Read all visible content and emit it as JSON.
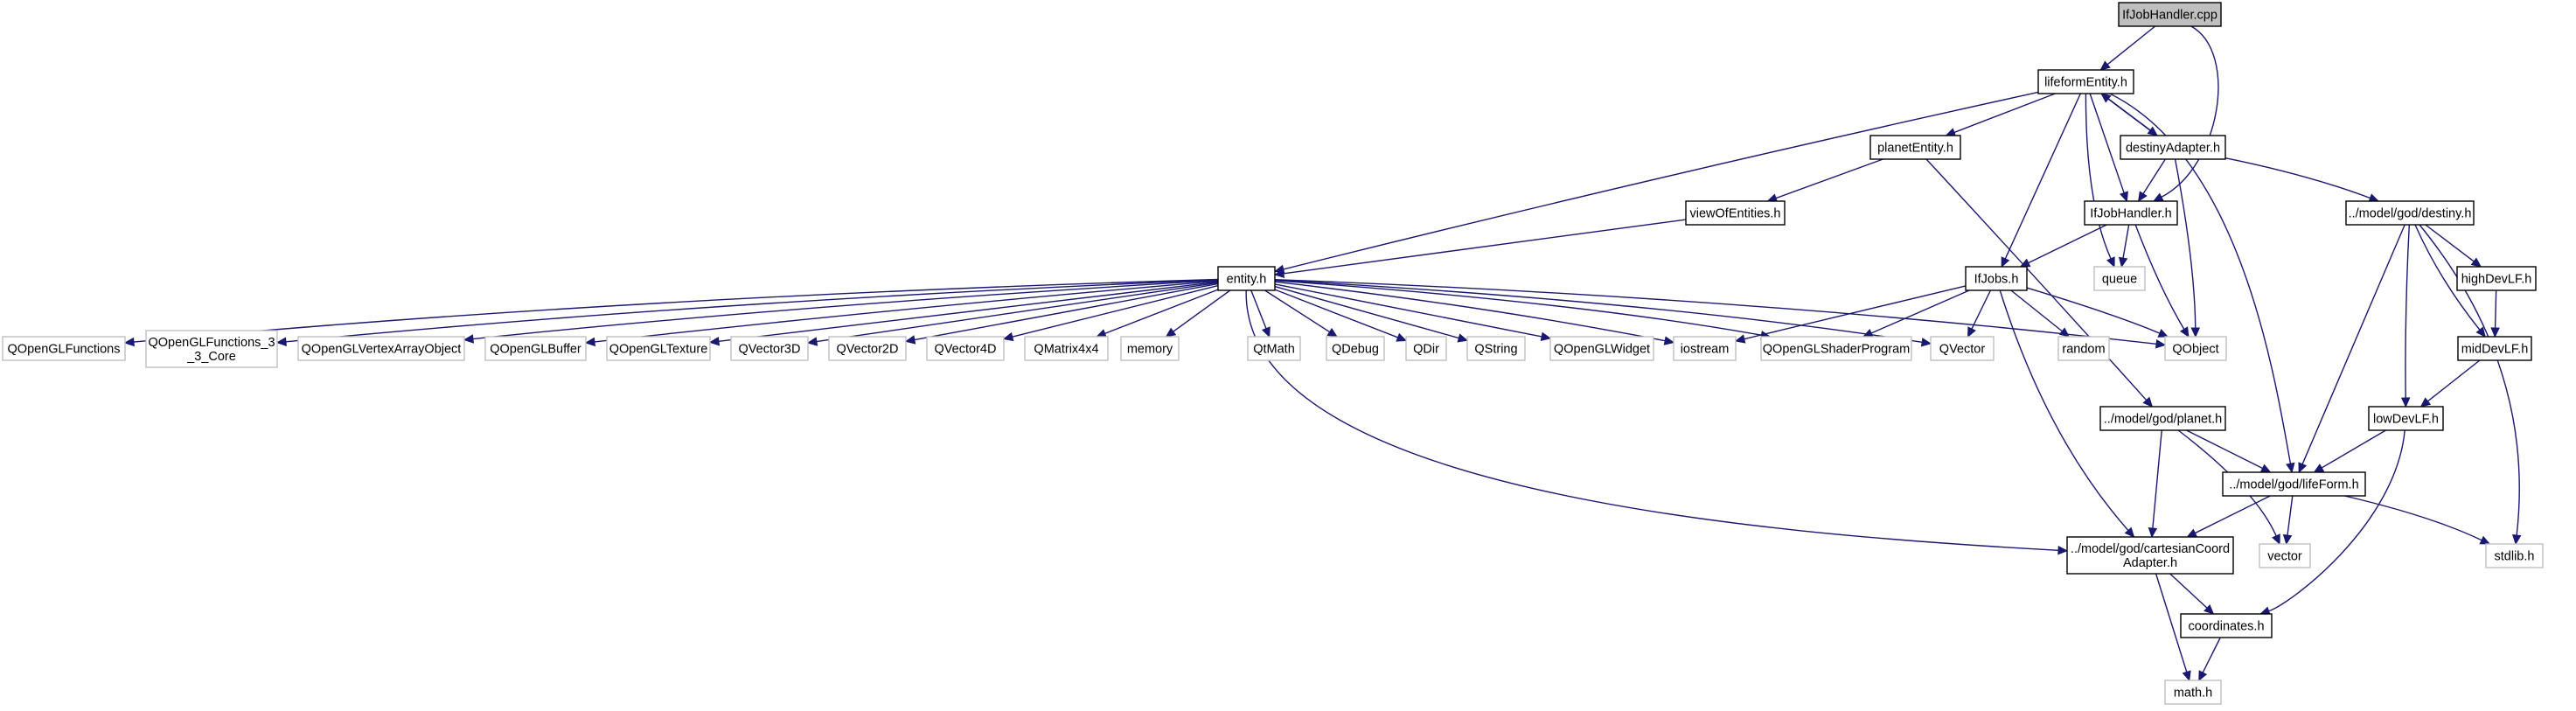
{
  "diagram": {
    "nodes": [
      {
        "id": "ijobhandler_cpp",
        "lines": [
          "IfJobHandler.cpp"
        ],
        "style": "root"
      },
      {
        "id": "lifeformentity_h",
        "lines": [
          "lifeformEntity.h"
        ],
        "style": "solid"
      },
      {
        "id": "planetentity_h",
        "lines": [
          "planetEntity.h"
        ],
        "style": "solid"
      },
      {
        "id": "destinyadapter_h",
        "lines": [
          "destinyAdapter.h"
        ],
        "style": "solid"
      },
      {
        "id": "viewofentities_h",
        "lines": [
          "viewOfEntities.h"
        ],
        "style": "solid"
      },
      {
        "id": "ijobhandler_h",
        "lines": [
          "IfJobHandler.h"
        ],
        "style": "solid"
      },
      {
        "id": "destiny_h",
        "lines": [
          "../model/god/destiny.h"
        ],
        "style": "solid"
      },
      {
        "id": "entity_h",
        "lines": [
          "entity.h"
        ],
        "style": "solid"
      },
      {
        "id": "ijobs_h",
        "lines": [
          "IfJobs.h"
        ],
        "style": "solid"
      },
      {
        "id": "queue",
        "lines": [
          "queue"
        ],
        "style": "ghost"
      },
      {
        "id": "highdevlf_h",
        "lines": [
          "highDevLF.h"
        ],
        "style": "solid"
      },
      {
        "id": "qopenglfunctions",
        "lines": [
          "QOpenGLFunctions"
        ],
        "style": "ghost"
      },
      {
        "id": "qopenglfunctions_3_3_core",
        "lines": [
          "QOpenGLFunctions_3",
          "_3_Core"
        ],
        "style": "ghost"
      },
      {
        "id": "qopenglvertexarrayobject",
        "lines": [
          "QOpenGLVertexArrayObject"
        ],
        "style": "ghost"
      },
      {
        "id": "qopenglbuffer",
        "lines": [
          "QOpenGLBuffer"
        ],
        "style": "ghost"
      },
      {
        "id": "qopengltexture",
        "lines": [
          "QOpenGLTexture"
        ],
        "style": "ghost"
      },
      {
        "id": "qvector3d",
        "lines": [
          "QVector3D"
        ],
        "style": "ghost"
      },
      {
        "id": "qvector2d",
        "lines": [
          "QVector2D"
        ],
        "style": "ghost"
      },
      {
        "id": "qvector4d",
        "lines": [
          "QVector4D"
        ],
        "style": "ghost"
      },
      {
        "id": "qmatrix4x4",
        "lines": [
          "QMatrix4x4"
        ],
        "style": "ghost"
      },
      {
        "id": "memory",
        "lines": [
          "memory"
        ],
        "style": "ghost"
      },
      {
        "id": "qtmath",
        "lines": [
          "QtMath"
        ],
        "style": "ghost"
      },
      {
        "id": "qdebug",
        "lines": [
          "QDebug"
        ],
        "style": "ghost"
      },
      {
        "id": "qdir",
        "lines": [
          "QDir"
        ],
        "style": "ghost"
      },
      {
        "id": "qstring",
        "lines": [
          "QString"
        ],
        "style": "ghost"
      },
      {
        "id": "qopenglwidget",
        "lines": [
          "QOpenGLWidget"
        ],
        "style": "ghost"
      },
      {
        "id": "iostream",
        "lines": [
          "iostream"
        ],
        "style": "ghost"
      },
      {
        "id": "qopenglshaderprogram",
        "lines": [
          "QOpenGLShaderProgram"
        ],
        "style": "ghost"
      },
      {
        "id": "qvector",
        "lines": [
          "QVector"
        ],
        "style": "ghost"
      },
      {
        "id": "random",
        "lines": [
          "random"
        ],
        "style": "ghost"
      },
      {
        "id": "qobject",
        "lines": [
          "QObject"
        ],
        "style": "ghost"
      },
      {
        "id": "middevlf_h",
        "lines": [
          "midDevLF.h"
        ],
        "style": "solid"
      },
      {
        "id": "planet_h",
        "lines": [
          "../model/god/planet.h"
        ],
        "style": "solid"
      },
      {
        "id": "lowdevlf_h",
        "lines": [
          "lowDevLF.h"
        ],
        "style": "solid"
      },
      {
        "id": "lifeform_h",
        "lines": [
          "../model/god/lifeForm.h"
        ],
        "style": "solid"
      },
      {
        "id": "cartesiancoordadapter_h",
        "lines": [
          "../model/god/cartesianCoord",
          "Adapter.h"
        ],
        "style": "solid"
      },
      {
        "id": "vector",
        "lines": [
          "vector"
        ],
        "style": "ghost"
      },
      {
        "id": "stdlib_h",
        "lines": [
          "stdlib.h"
        ],
        "style": "ghost"
      },
      {
        "id": "coordinates_h",
        "lines": [
          "coordinates.h"
        ],
        "style": "solid"
      },
      {
        "id": "math_h",
        "lines": [
          "math.h"
        ],
        "style": "ghost"
      }
    ],
    "edges": [
      [
        "ijobhandler_cpp",
        "lifeformentity_h"
      ],
      [
        "ijobhandler_cpp",
        "ijobhandler_h"
      ],
      [
        "lifeformentity_h",
        "planetentity_h"
      ],
      [
        "lifeformentity_h",
        "destinyadapter_h"
      ],
      [
        "lifeformentity_h",
        "entity_h"
      ],
      [
        "lifeformentity_h",
        "ijobhandler_h"
      ],
      [
        "lifeformentity_h",
        "ijobs_h"
      ],
      [
        "lifeformentity_h",
        "queue"
      ],
      [
        "lifeformentity_h",
        "lifeform_h"
      ],
      [
        "destinyadapter_h",
        "lifeformentity_h"
      ],
      [
        "destinyadapter_h",
        "ijobhandler_h"
      ],
      [
        "destinyadapter_h",
        "destiny_h"
      ],
      [
        "destinyadapter_h",
        "qobject"
      ],
      [
        "planetentity_h",
        "viewofentities_h"
      ],
      [
        "planetentity_h",
        "planet_h"
      ],
      [
        "viewofentities_h",
        "entity_h"
      ],
      [
        "ijobhandler_h",
        "ijobs_h"
      ],
      [
        "ijobhandler_h",
        "queue"
      ],
      [
        "ijobhandler_h",
        "qobject"
      ],
      [
        "entity_h",
        "qopenglfunctions"
      ],
      [
        "entity_h",
        "qopenglfunctions_3_3_core"
      ],
      [
        "entity_h",
        "qopenglvertexarrayobject"
      ],
      [
        "entity_h",
        "qopenglbuffer"
      ],
      [
        "entity_h",
        "qopengltexture"
      ],
      [
        "entity_h",
        "qvector3d"
      ],
      [
        "entity_h",
        "qvector2d"
      ],
      [
        "entity_h",
        "qvector4d"
      ],
      [
        "entity_h",
        "qmatrix4x4"
      ],
      [
        "entity_h",
        "memory"
      ],
      [
        "entity_h",
        "qtmath"
      ],
      [
        "entity_h",
        "qdebug"
      ],
      [
        "entity_h",
        "qdir"
      ],
      [
        "entity_h",
        "qstring"
      ],
      [
        "entity_h",
        "qopenglwidget"
      ],
      [
        "entity_h",
        "iostream"
      ],
      [
        "entity_h",
        "qopenglshaderprogram"
      ],
      [
        "entity_h",
        "qvector"
      ],
      [
        "entity_h",
        "qobject"
      ],
      [
        "entity_h",
        "cartesiancoordadapter_h"
      ],
      [
        "ijobs_h",
        "iostream"
      ],
      [
        "ijobs_h",
        "qopenglshaderprogram"
      ],
      [
        "ijobs_h",
        "qvector"
      ],
      [
        "ijobs_h",
        "random"
      ],
      [
        "ijobs_h",
        "qobject"
      ],
      [
        "ijobs_h",
        "cartesiancoordadapter_h"
      ],
      [
        "destiny_h",
        "highdevlf_h"
      ],
      [
        "destiny_h",
        "middevlf_h"
      ],
      [
        "destiny_h",
        "lowdevlf_h"
      ],
      [
        "destiny_h",
        "lifeform_h"
      ],
      [
        "destiny_h",
        "stdlib_h"
      ],
      [
        "highdevlf_h",
        "middevlf_h"
      ],
      [
        "middevlf_h",
        "lowdevlf_h"
      ],
      [
        "lowdevlf_h",
        "lifeform_h"
      ],
      [
        "lowdevlf_h",
        "coordinates_h"
      ],
      [
        "planet_h",
        "lifeform_h"
      ],
      [
        "planet_h",
        "cartesiancoordadapter_h"
      ],
      [
        "planet_h",
        "vector"
      ],
      [
        "lifeform_h",
        "cartesiancoordadapter_h"
      ],
      [
        "lifeform_h",
        "vector"
      ],
      [
        "lifeform_h",
        "stdlib_h"
      ],
      [
        "cartesiancoordadapter_h",
        "coordinates_h"
      ],
      [
        "cartesiancoordadapter_h",
        "math_h"
      ],
      [
        "coordinates_h",
        "math_h"
      ]
    ]
  }
}
